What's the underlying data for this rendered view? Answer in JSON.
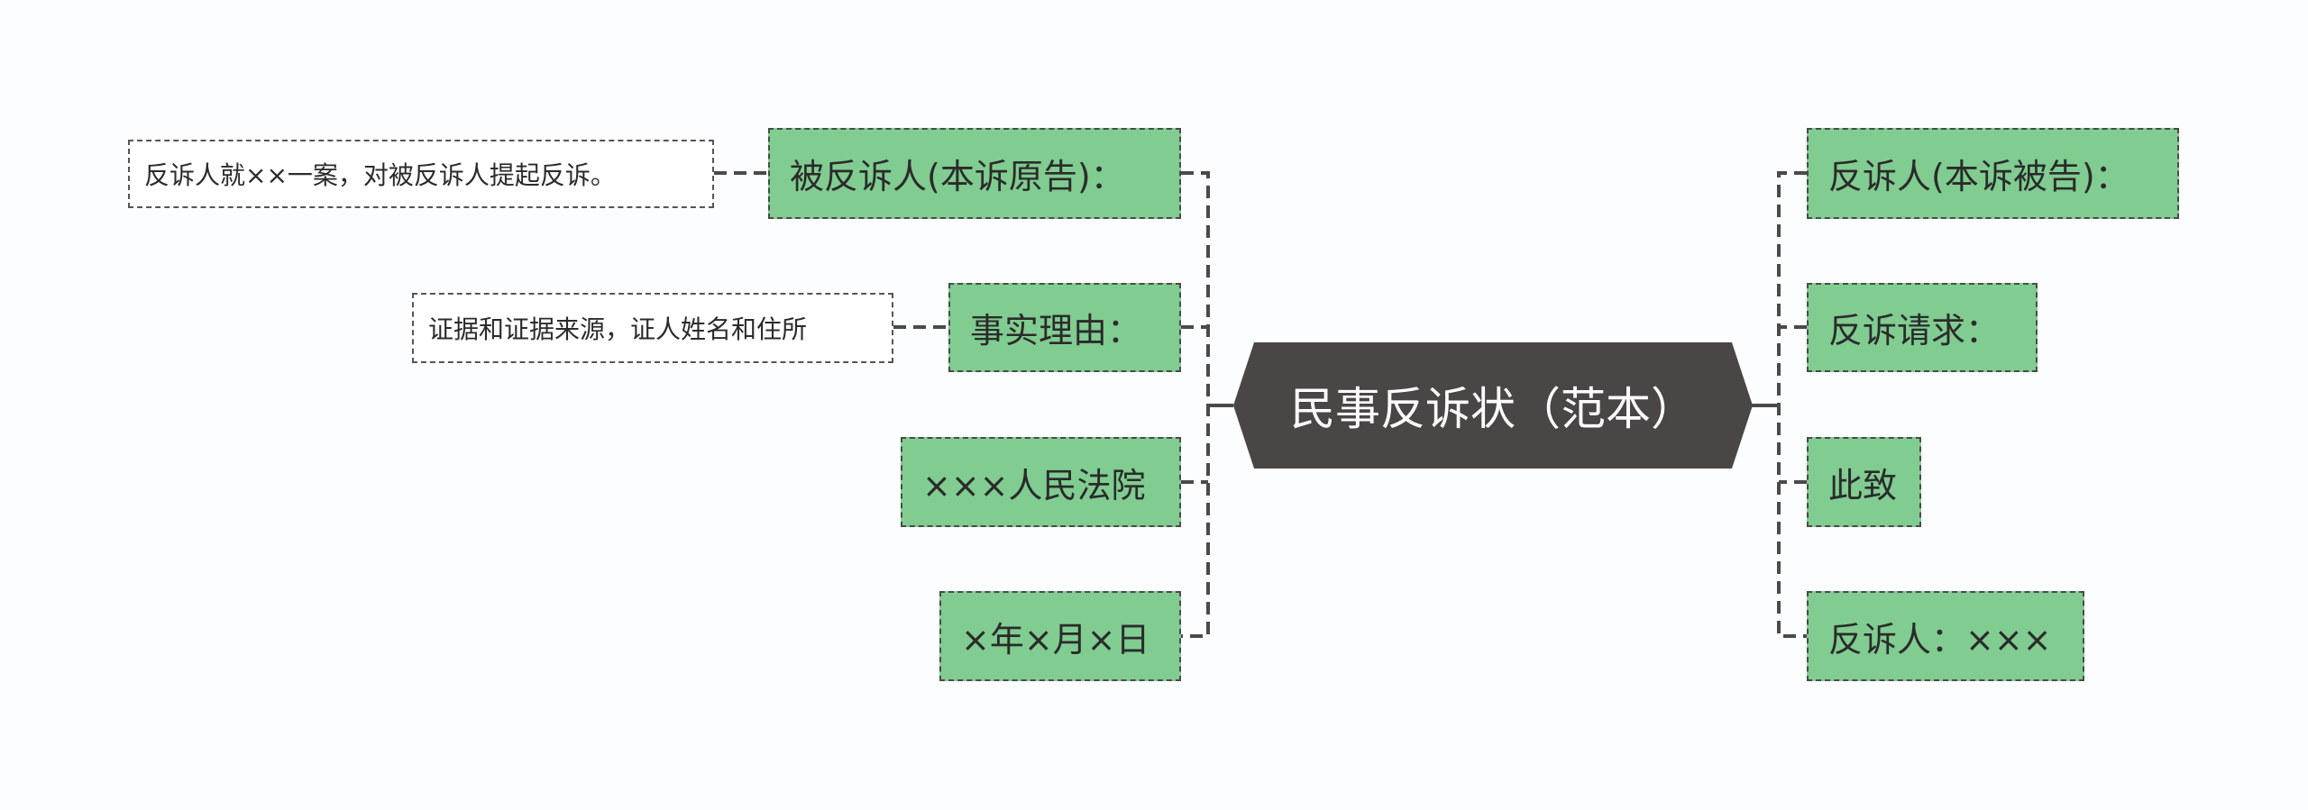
{
  "root": {
    "title": "民事反诉状（范本）"
  },
  "left_nodes": [
    {
      "label": "被反诉人(本诉原告)：",
      "note": "反诉人就××一案，对被反诉人提起反诉。"
    },
    {
      "label": "事实理由：",
      "note": "证据和证据来源，证人姓名和住所"
    },
    {
      "label": "×××人民法院"
    },
    {
      "label": "×年×月×日"
    }
  ],
  "right_nodes": [
    {
      "label": "反诉人(本诉被告)："
    },
    {
      "label": "反诉请求："
    },
    {
      "label": "此致"
    },
    {
      "label": "反诉人：×××"
    }
  ],
  "colors": {
    "node": "#80cc91",
    "root": "#4a4646",
    "line": "#4a4a4a",
    "background": "#fbfdfe"
  }
}
